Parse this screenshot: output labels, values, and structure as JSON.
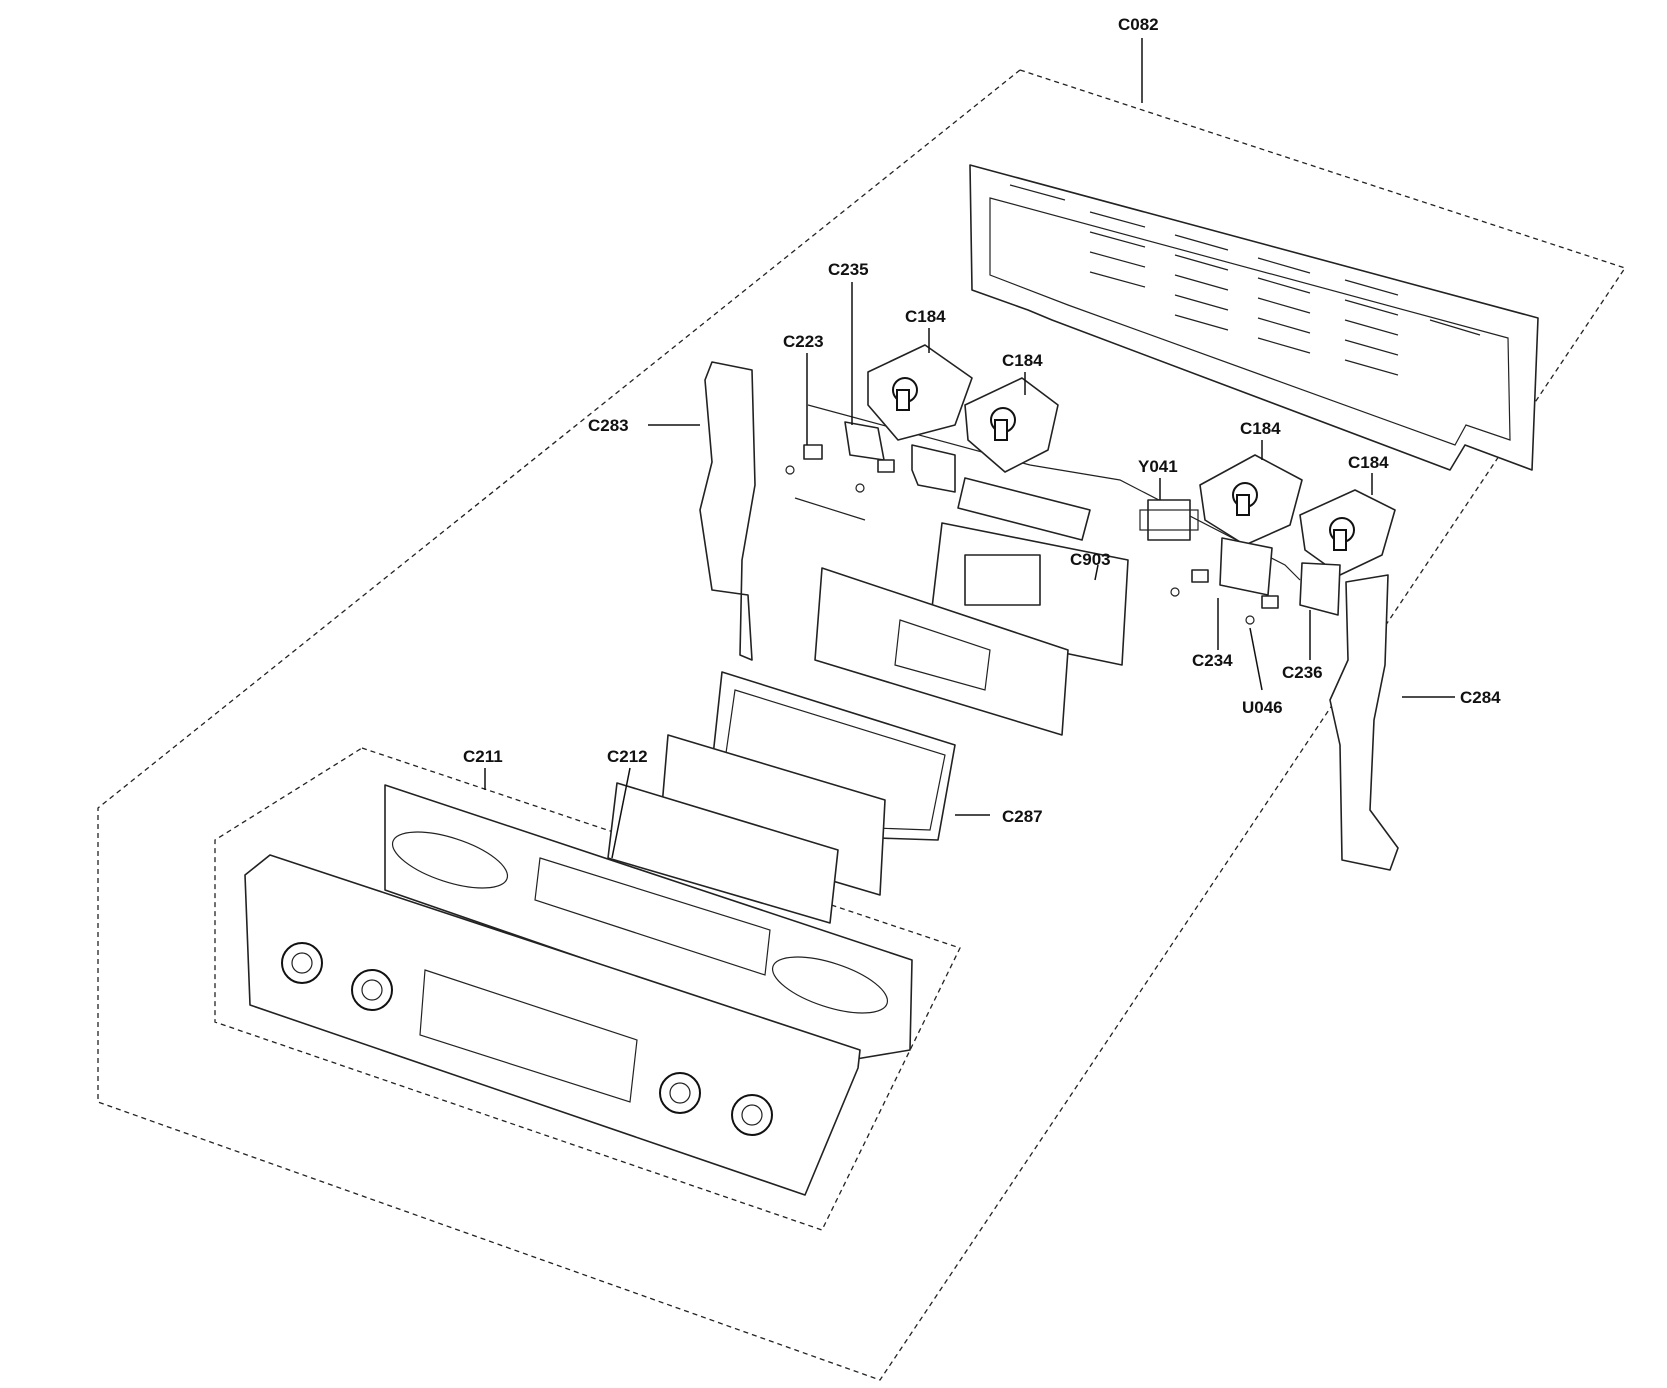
{
  "diagram": {
    "callouts": [
      {
        "id": "C082"
      },
      {
        "id": "C235"
      },
      {
        "id": "C184"
      },
      {
        "id": "C223"
      },
      {
        "id": "C184"
      },
      {
        "id": "C283"
      },
      {
        "id": "C184"
      },
      {
        "id": "Y041"
      },
      {
        "id": "C184"
      },
      {
        "id": "C903"
      },
      {
        "id": "C234"
      },
      {
        "id": "C236"
      },
      {
        "id": "U046"
      },
      {
        "id": "C284"
      },
      {
        "id": "C211"
      },
      {
        "id": "C212"
      },
      {
        "id": "C287"
      }
    ],
    "colors": {
      "line": "#222222",
      "background": "#ffffff"
    }
  }
}
